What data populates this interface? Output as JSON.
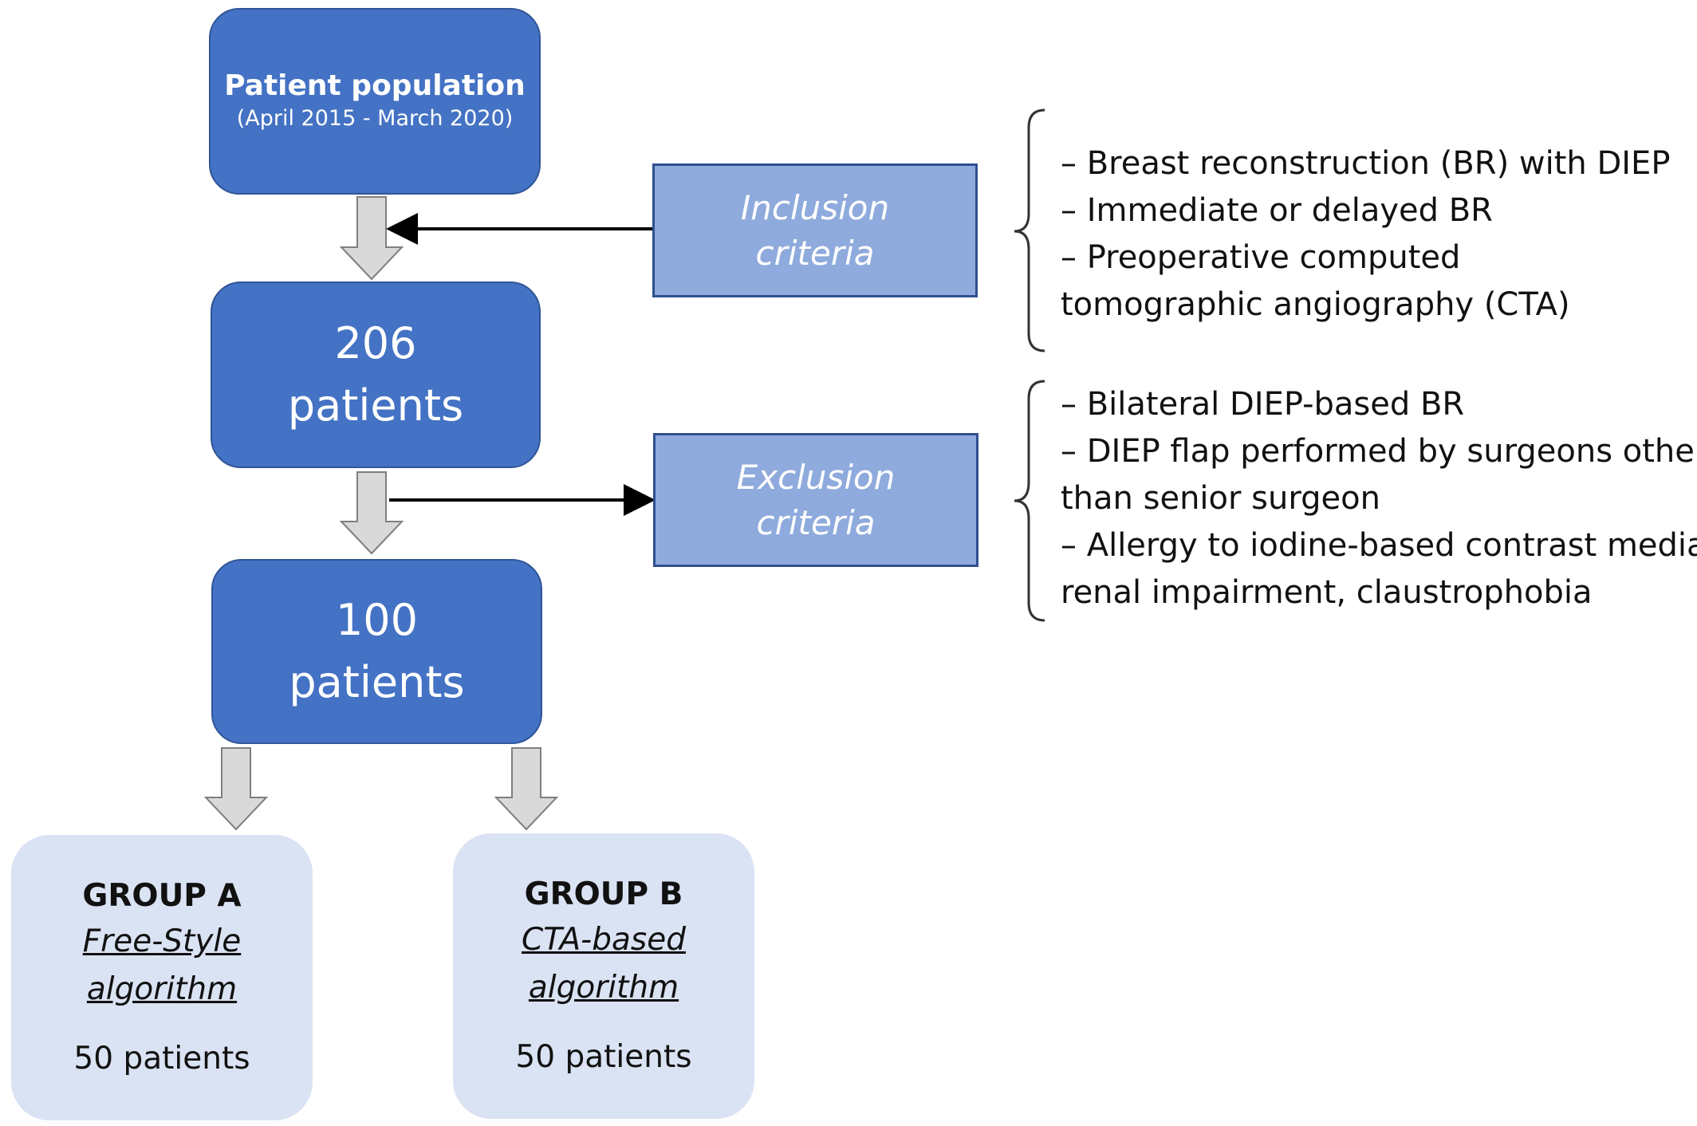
{
  "patient_population": {
    "title": "Patient population",
    "subtitle": "(April 2015 - March 2020)"
  },
  "stage_206": {
    "count": "206",
    "unit": "patients"
  },
  "stage_100": {
    "count": "100",
    "unit": "patients"
  },
  "inclusion": {
    "label_line1": "Inclusion",
    "label_line2": "criteria",
    "items": [
      "– Breast reconstruction (BR) with DIEP",
      "– Immediate or delayed BR",
      "– Preoperative computed",
      "tomographic angiography (CTA)"
    ]
  },
  "exclusion": {
    "label_line1": "Exclusion",
    "label_line2": "criteria",
    "items": [
      "– Bilateral DIEP-based BR",
      "– DIEP flap performed by surgeons other",
      "than senior surgeon",
      "– Allergy to iodine-based contrast media,",
      "renal impairment, claustrophobia"
    ]
  },
  "group_a": {
    "title": "GROUP A",
    "alg_line1": "Free-Style",
    "alg_line2": "algorithm",
    "count": "50 patients"
  },
  "group_b": {
    "title": "GROUP B",
    "alg_line1": "CTA-based",
    "alg_line2": "algorithm",
    "count": "50 patients"
  },
  "colors": {
    "main_box": "#4472c4",
    "criteria_box": "#8faadc",
    "group_box": "#dae3f3",
    "arrow": "#d9d9d9"
  }
}
